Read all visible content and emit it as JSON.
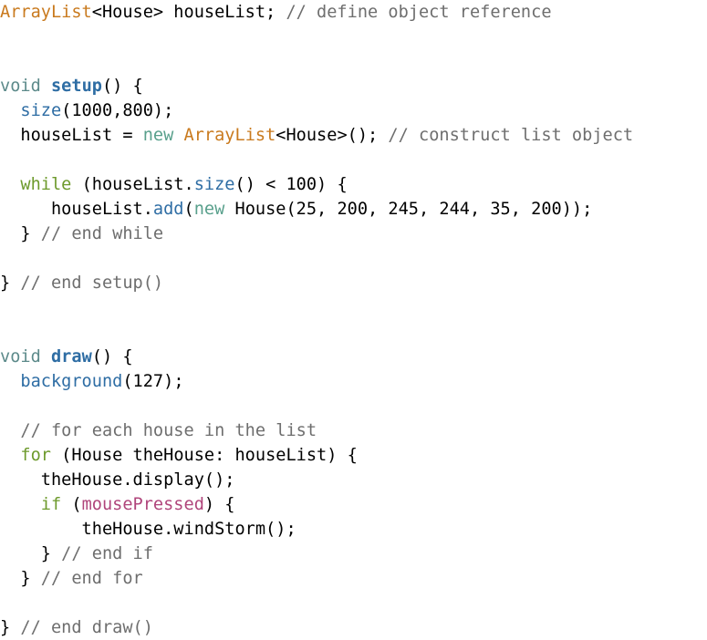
{
  "colors": {
    "keyword_void": "#5c8a8a",
    "function_name": "#2e6da4",
    "builtin_call": "#2e6da4",
    "class_name": "#c97a1e",
    "keyword_new": "#59a08c",
    "control_flow": "#6d9a2c",
    "builtin_variable": "#b0457b",
    "comment": "#6e6e6e",
    "plain": "#000000",
    "background": "#ffffff"
  },
  "code_lines": [
    [
      [
        "class",
        "ArrayList"
      ],
      [
        "plain",
        "<House> houseList; "
      ],
      [
        "com",
        "// define object reference"
      ]
    ],
    [],
    [],
    [
      [
        "type",
        "void"
      ],
      [
        "plain",
        " "
      ],
      [
        "fn",
        "setup"
      ],
      [
        "plain",
        "() {"
      ]
    ],
    [
      [
        "plain",
        "  "
      ],
      [
        "call",
        "size"
      ],
      [
        "plain",
        "(1000,800);"
      ]
    ],
    [
      [
        "plain",
        "  houseList = "
      ],
      [
        "new",
        "new"
      ],
      [
        "plain",
        " "
      ],
      [
        "class",
        "ArrayList"
      ],
      [
        "plain",
        "<House>(); "
      ],
      [
        "com",
        "// construct list object"
      ]
    ],
    [],
    [
      [
        "plain",
        "  "
      ],
      [
        "ctrl",
        "while"
      ],
      [
        "plain",
        " (houseList."
      ],
      [
        "call",
        "size"
      ],
      [
        "plain",
        "() < 100) {"
      ]
    ],
    [
      [
        "plain",
        "     houseList."
      ],
      [
        "call",
        "add"
      ],
      [
        "plain",
        "("
      ],
      [
        "new",
        "new"
      ],
      [
        "plain",
        " House(25, 200, 245, 244, 35, 200));"
      ]
    ],
    [
      [
        "plain",
        "  } "
      ],
      [
        "com",
        "// end while"
      ]
    ],
    [],
    [
      [
        "plain",
        "} "
      ],
      [
        "com",
        "// end setup()"
      ]
    ],
    [],
    [],
    [
      [
        "type",
        "void"
      ],
      [
        "plain",
        " "
      ],
      [
        "fn",
        "draw"
      ],
      [
        "plain",
        "() {"
      ]
    ],
    [
      [
        "plain",
        "  "
      ],
      [
        "call",
        "background"
      ],
      [
        "plain",
        "(127);"
      ]
    ],
    [],
    [
      [
        "plain",
        "  "
      ],
      [
        "com",
        "// for each house in the list"
      ]
    ],
    [
      [
        "plain",
        "  "
      ],
      [
        "ctrl",
        "for"
      ],
      [
        "plain",
        " (House theHouse: houseList) {"
      ]
    ],
    [
      [
        "plain",
        "    theHouse.display();"
      ]
    ],
    [
      [
        "plain",
        "    "
      ],
      [
        "ctrl",
        "if"
      ],
      [
        "plain",
        " ("
      ],
      [
        "var",
        "mousePressed"
      ],
      [
        "plain",
        ") {"
      ]
    ],
    [
      [
        "plain",
        "        theHouse.windStorm();"
      ]
    ],
    [
      [
        "plain",
        "    } "
      ],
      [
        "com",
        "// end if"
      ]
    ],
    [
      [
        "plain",
        "  } "
      ],
      [
        "com",
        "// end for"
      ]
    ],
    [],
    [
      [
        "plain",
        "} "
      ],
      [
        "com",
        "// end draw()"
      ]
    ]
  ]
}
